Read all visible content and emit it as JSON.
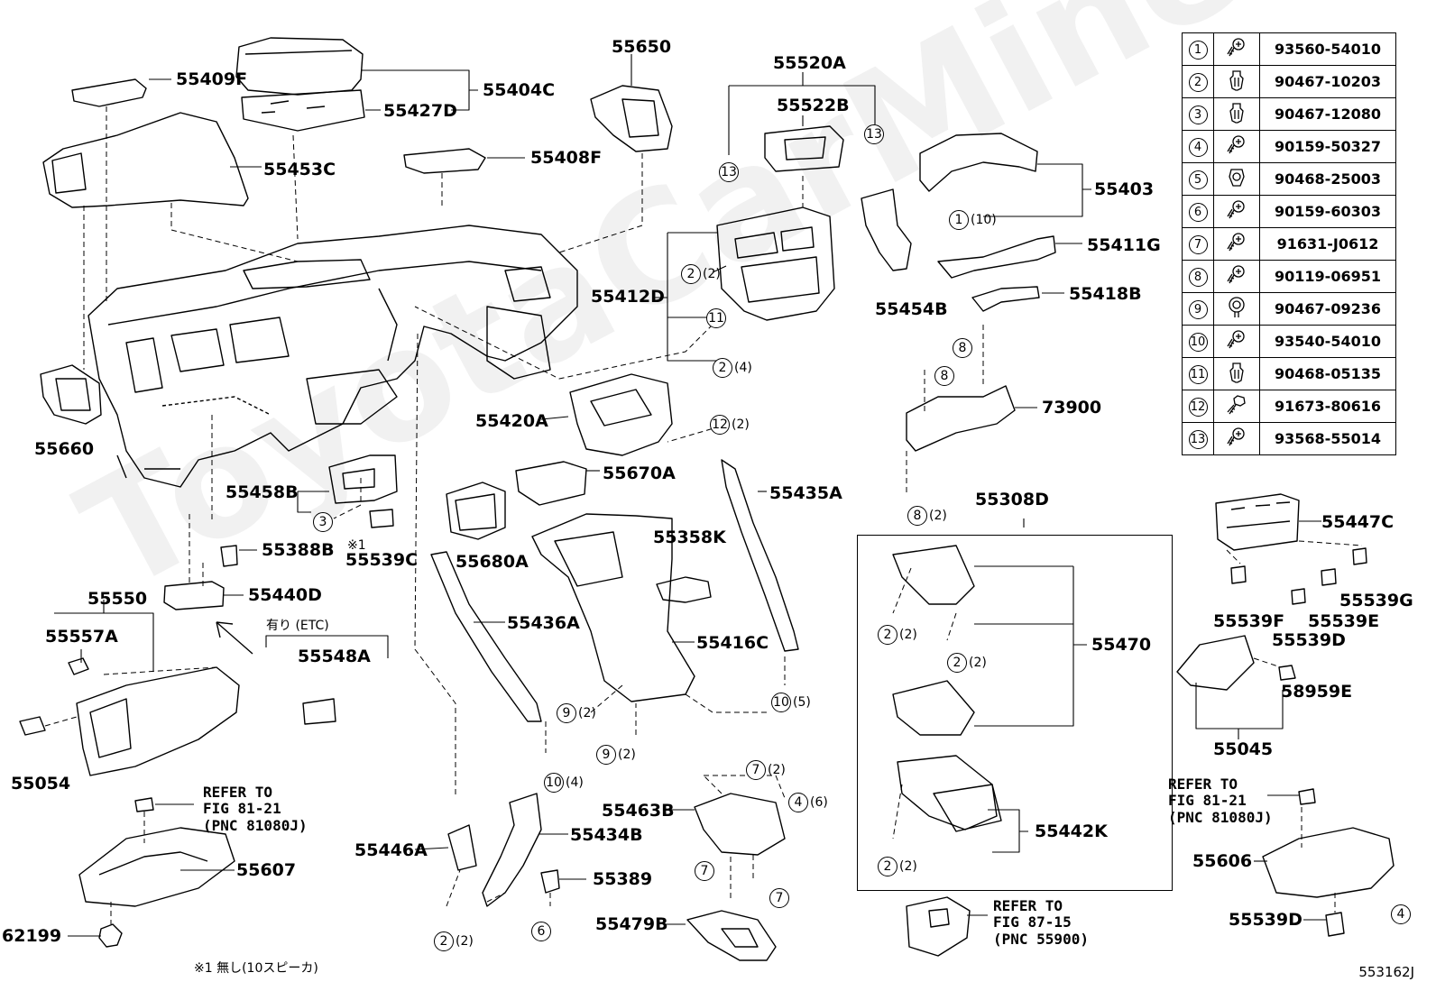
{
  "watermark": "ToyotaCarMine",
  "figure_id": "553162J",
  "footnote": "※1 無し(10スピーカ)",
  "etc_note": "有り (ETC)",
  "refer_notes": [
    "REFER TO\nFIG 81-21\n(PNC 81080J)",
    "REFER TO\nFIG 87-15\n(PNC 55900)",
    "REFER TO\nFIG 81-21\n(PNC 81080J)"
  ],
  "mark_note": "※1",
  "part_labels": [
    "55409F",
    "55404C",
    "55427D",
    "55453C",
    "55650",
    "55408F",
    "55520A",
    "55522B",
    "55403",
    "55411G",
    "55418B",
    "55454B",
    "55412D",
    "55660",
    "55420A",
    "73900",
    "55670A",
    "55435A",
    "55458B",
    "55680A",
    "55358K",
    "55308D",
    "55447C",
    "55388B",
    "55539C",
    "55440D",
    "55550",
    "55557A",
    "55436A",
    "55416C",
    "55470",
    "55539F",
    "55539E",
    "55539G",
    "55539D",
    "58959E",
    "55548A",
    "55045",
    "55054",
    "55463B",
    "55442K",
    "55434B",
    "55446A",
    "55607",
    "55389",
    "55606",
    "62199",
    "55479B",
    "55539D"
  ],
  "callouts": [
    {
      "num": "13",
      "qty": ""
    },
    {
      "num": "13",
      "qty": ""
    },
    {
      "num": "1",
      "qty": "(10)"
    },
    {
      "num": "2",
      "qty": "(2)"
    },
    {
      "num": "11",
      "qty": ""
    },
    {
      "num": "2",
      "qty": "(4)"
    },
    {
      "num": "8",
      "qty": ""
    },
    {
      "num": "8",
      "qty": ""
    },
    {
      "num": "12",
      "qty": "(2)"
    },
    {
      "num": "3",
      "qty": ""
    },
    {
      "num": "8",
      "qty": "(2)"
    },
    {
      "num": "2",
      "qty": "(2)"
    },
    {
      "num": "2",
      "qty": "(2)"
    },
    {
      "num": "9",
      "qty": "(2)"
    },
    {
      "num": "9",
      "qty": "(2)"
    },
    {
      "num": "10",
      "qty": "(5)"
    },
    {
      "num": "10",
      "qty": "(4)"
    },
    {
      "num": "7",
      "qty": "(2)"
    },
    {
      "num": "4",
      "qty": "(6)"
    },
    {
      "num": "7",
      "qty": ""
    },
    {
      "num": "7",
      "qty": ""
    },
    {
      "num": "2",
      "qty": "(2)"
    },
    {
      "num": "2",
      "qty": "(2)"
    },
    {
      "num": "6",
      "qty": ""
    },
    {
      "num": "4",
      "qty": ""
    }
  ],
  "fasteners": [
    {
      "num": "1",
      "part": "93560-54010",
      "icon": "screw-icon"
    },
    {
      "num": "2",
      "part": "90467-10203",
      "icon": "clip-icon"
    },
    {
      "num": "3",
      "part": "90467-12080",
      "icon": "clip-icon"
    },
    {
      "num": "4",
      "part": "90159-50327",
      "icon": "screw-icon"
    },
    {
      "num": "5",
      "part": "90468-25003",
      "icon": "clamp-icon"
    },
    {
      "num": "6",
      "part": "90159-60303",
      "icon": "screw-icon"
    },
    {
      "num": "7",
      "part": "91631-J0612",
      "icon": "screw-icon"
    },
    {
      "num": "8",
      "part": "90119-06951",
      "icon": "screw-icon"
    },
    {
      "num": "9",
      "part": "90467-09236",
      "icon": "rivet-icon"
    },
    {
      "num": "10",
      "part": "93540-54010",
      "icon": "screw-icon"
    },
    {
      "num": "11",
      "part": "90468-05135",
      "icon": "clip-icon"
    },
    {
      "num": "12",
      "part": "91673-80616",
      "icon": "bolt-icon"
    },
    {
      "num": "13",
      "part": "93568-55014",
      "icon": "screw-icon"
    }
  ]
}
